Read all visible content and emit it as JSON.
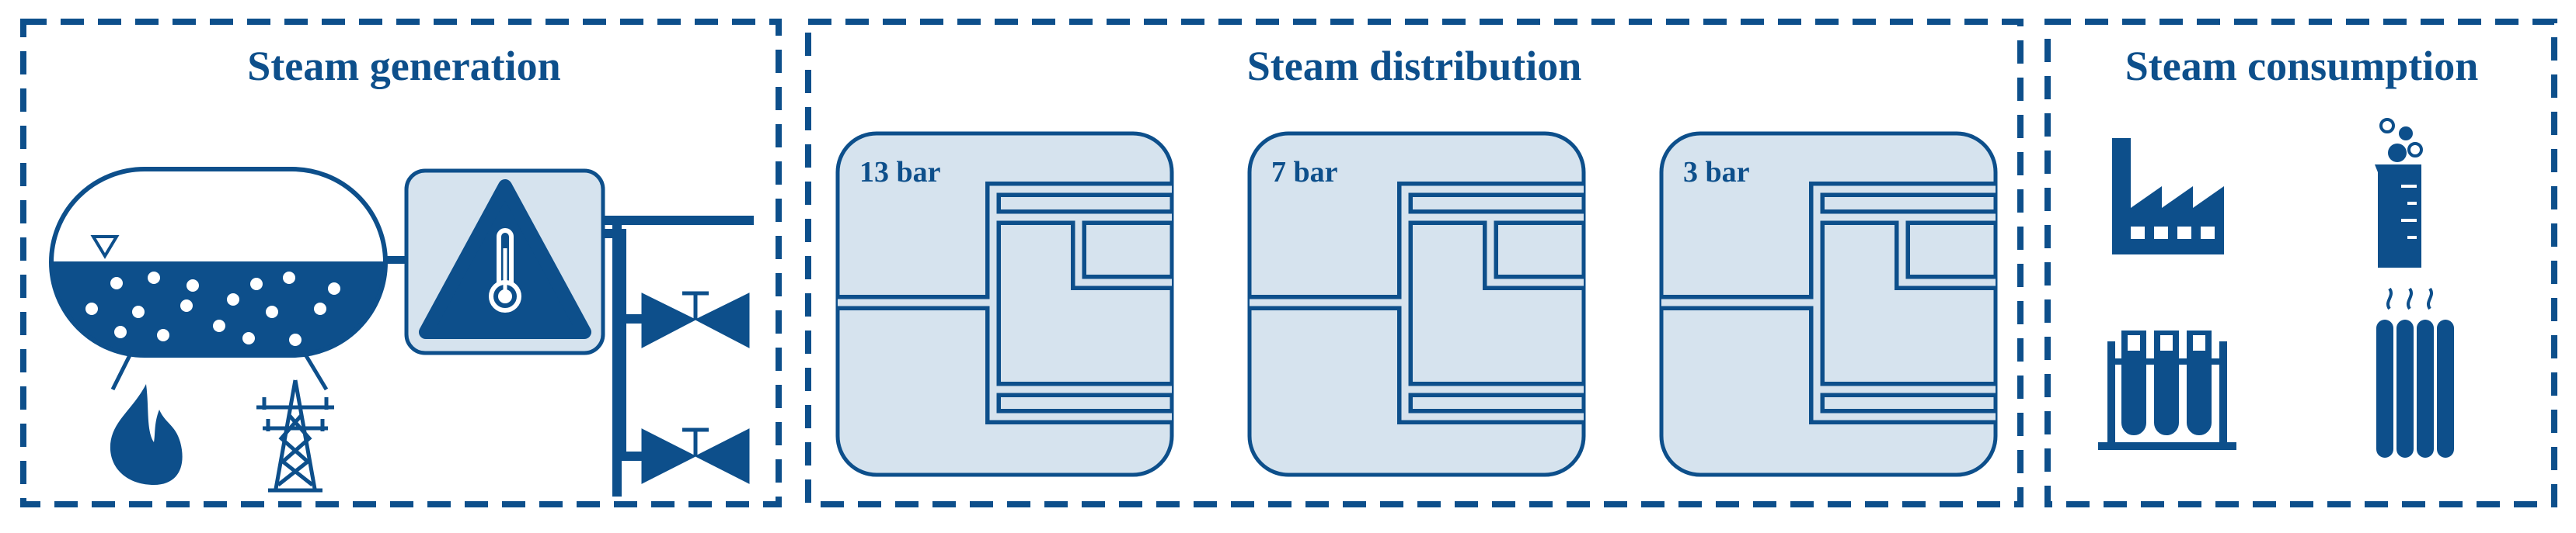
{
  "sections": {
    "generation": {
      "title": "Steam generation"
    },
    "distribution": {
      "title": "Steam distribution"
    },
    "consumption": {
      "title": "Steam consumption"
    }
  },
  "pressure_levels": [
    {
      "label": "13 bar"
    },
    {
      "label": "7 bar"
    },
    {
      "label": "3 bar"
    }
  ],
  "colors": {
    "primary": "#0d4f8b",
    "panel_fill": "#d6e3ee",
    "background": "#ffffff"
  },
  "icons": {
    "generation": [
      "boiler-drum-icon",
      "flame-icon",
      "power-pylon-icon",
      "temperature-warning-icon",
      "valve-icon"
    ],
    "consumption": [
      "factory-icon",
      "beaker-icon",
      "test-tubes-icon",
      "radiator-icon"
    ]
  }
}
